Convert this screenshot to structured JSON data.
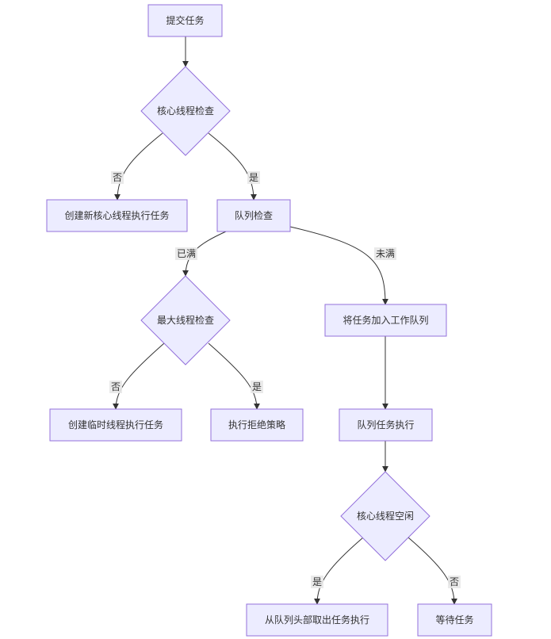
{
  "diagram": {
    "nodes": {
      "submit": "提交任务",
      "core_check": "核心线程检查",
      "create_core": "创建新核心线程执行任务",
      "queue_check": "队列检查",
      "max_check": "最大线程检查",
      "add_queue": "将任务加入工作队列",
      "create_temp": "创建临时线程执行任务",
      "reject": "执行拒绝策略",
      "queue_exec": "队列任务执行",
      "core_idle": "核心线程空闲",
      "take_head": "从队列头部取出任务执行",
      "wait": "等待任务"
    },
    "edges": {
      "core_no": "否",
      "core_yes": "是",
      "queue_full": "已满",
      "queue_not_full": "未满",
      "max_no": "否",
      "max_yes": "是",
      "idle_yes": "是",
      "idle_no": "否"
    }
  }
}
